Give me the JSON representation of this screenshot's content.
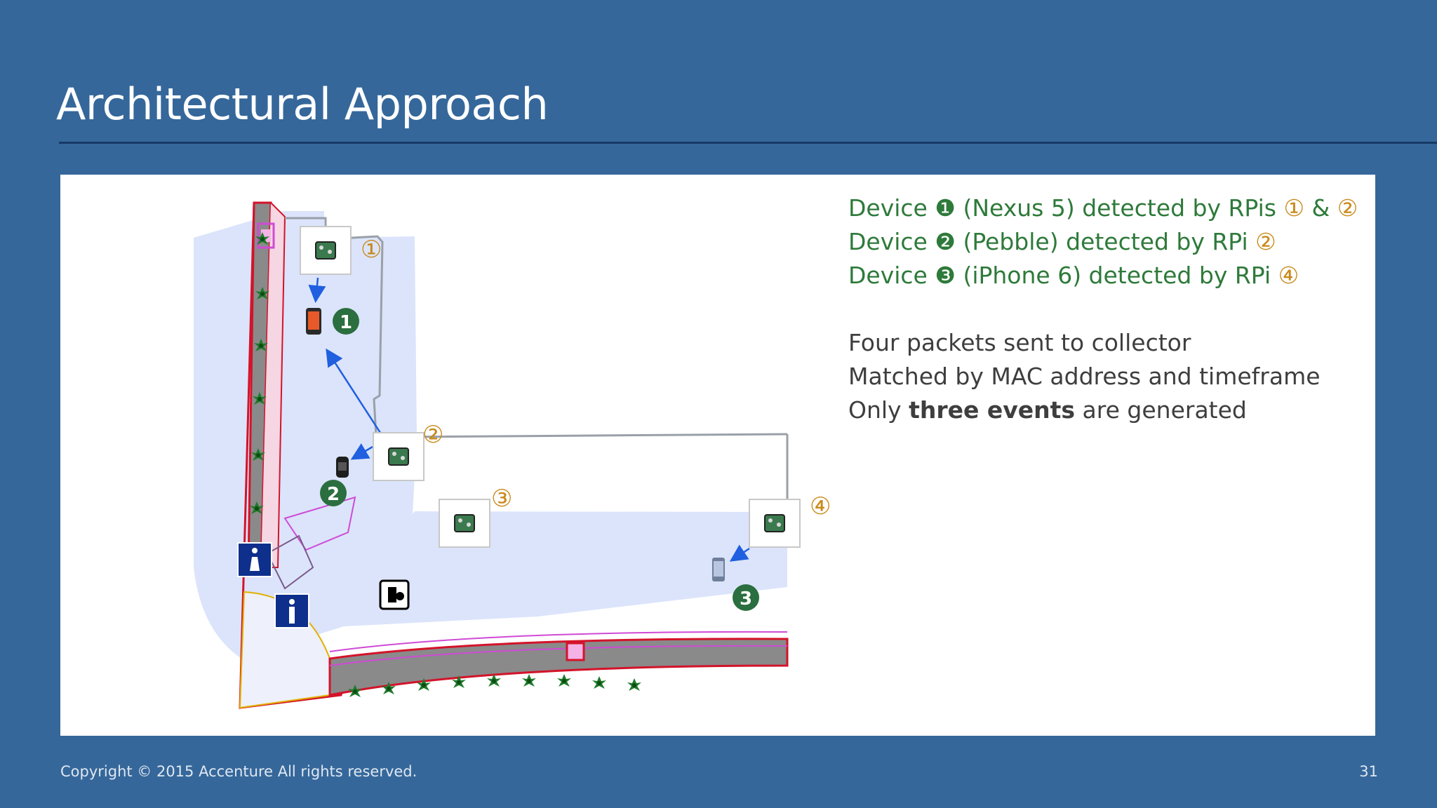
{
  "slide": {
    "title": "Architectural Approach",
    "page_number": "31",
    "copyright": "Copyright © 2015 Accenture  All rights reserved."
  },
  "colors": {
    "background": "#35679a",
    "title_rule": "#163a66",
    "device_text": "#2e7a3a",
    "rpi_marker": "#c98a1b",
    "body_text": "#3e3e3e",
    "floor_fill": "#dbe4fb",
    "wall": "#d3132a",
    "arrow": "#1f5fe0"
  },
  "device_lines": [
    {
      "prefix": "Device ",
      "marker": "❶",
      "text": " (Nexus 5) detected by RPis ",
      "rpi1": "①",
      "joiner": " & ",
      "rpi2": "②"
    },
    {
      "prefix": "Device ",
      "marker": "❷",
      "text": " (Pebble) detected by RPi ",
      "rpi1": "②"
    },
    {
      "prefix": "Device ",
      "marker": "❸",
      "text": " (iPhone 6) detected by RPi ",
      "rpi1": "④"
    }
  ],
  "info_lines": {
    "line1": "Four packets sent to collector",
    "line2": "Matched by MAC address and timeframe",
    "line3_pre": "Only ",
    "line3_bold": "three events",
    "line3_post": " are generated"
  },
  "floorplan": {
    "rpi_labels": [
      "①",
      "②",
      "③",
      "④"
    ],
    "device_labels": [
      "1",
      "2",
      "3"
    ],
    "icons": [
      "raspberry-pi-icon",
      "nexus-phone-icon",
      "pebble-watch-icon",
      "iphone-icon",
      "womens-restroom-icon",
      "mens-restroom-icon",
      "atm-icon",
      "palm-tree-icon"
    ]
  }
}
